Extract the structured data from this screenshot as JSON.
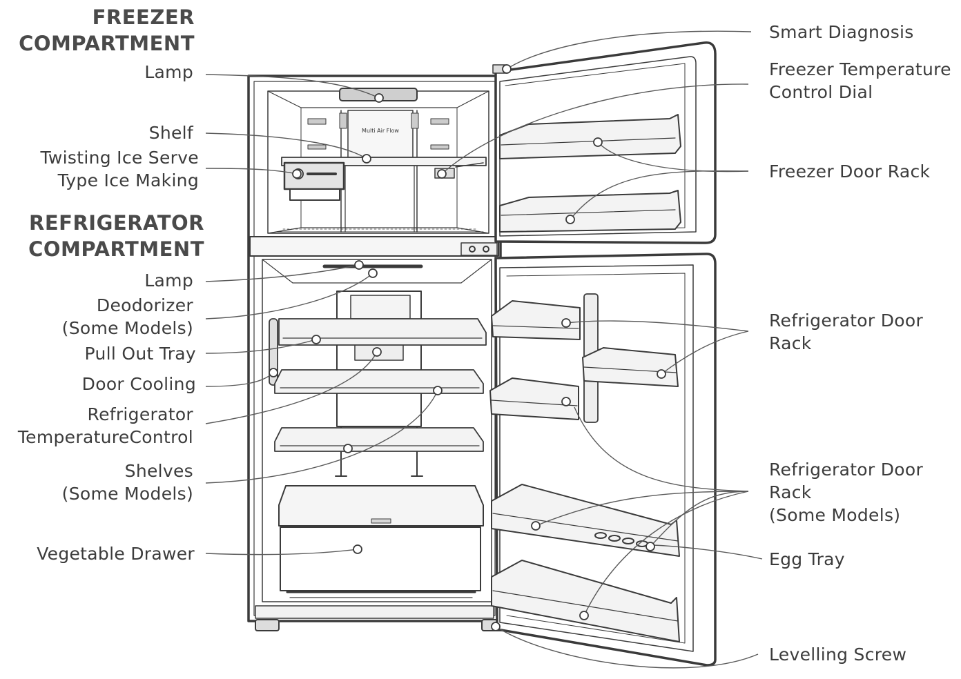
{
  "headers": {
    "freezer": [
      "FREEZER",
      "COMPARTMENT"
    ],
    "refrigerator": [
      "REFRIGERATOR",
      "COMPARTMENT"
    ]
  },
  "labels": {
    "lamp_freezer": [
      "Lamp"
    ],
    "shelf": [
      "Shelf"
    ],
    "ice_making": [
      "Twisting Ice Serve",
      "Type Ice Making"
    ],
    "lamp_fridge": [
      "Lamp"
    ],
    "deodorizer": [
      "Deodorizer",
      "(Some Models)"
    ],
    "pull_out_tray": [
      "Pull Out Tray"
    ],
    "door_cooling": [
      "Door Cooling"
    ],
    "temp_control": [
      "Refrigerator",
      "TemperatureControl"
    ],
    "shelves": [
      "Shelves",
      "(Some Models)"
    ],
    "vegetable_drawer": [
      "Vegetable Drawer"
    ],
    "smart_diagnosis": [
      "Smart Diagnosis"
    ],
    "freezer_dial": [
      "Freezer Temperature",
      "Control Dial"
    ],
    "freezer_door_rack": [
      "Freezer Door Rack"
    ],
    "fridge_door_rack": [
      "Refrigerator Door",
      "Rack"
    ],
    "fridge_door_rack_some": [
      "Refrigerator Door",
      "Rack",
      "(Some Models)"
    ],
    "egg_tray": [
      "Egg Tray"
    ],
    "levelling_screw": [
      "Levelling Screw"
    ]
  },
  "panel_text": "Multi Air Flow",
  "colors": {
    "line": "#3a3a3a",
    "fill": "#f2f2f2",
    "shade": "#d4d4d4"
  }
}
